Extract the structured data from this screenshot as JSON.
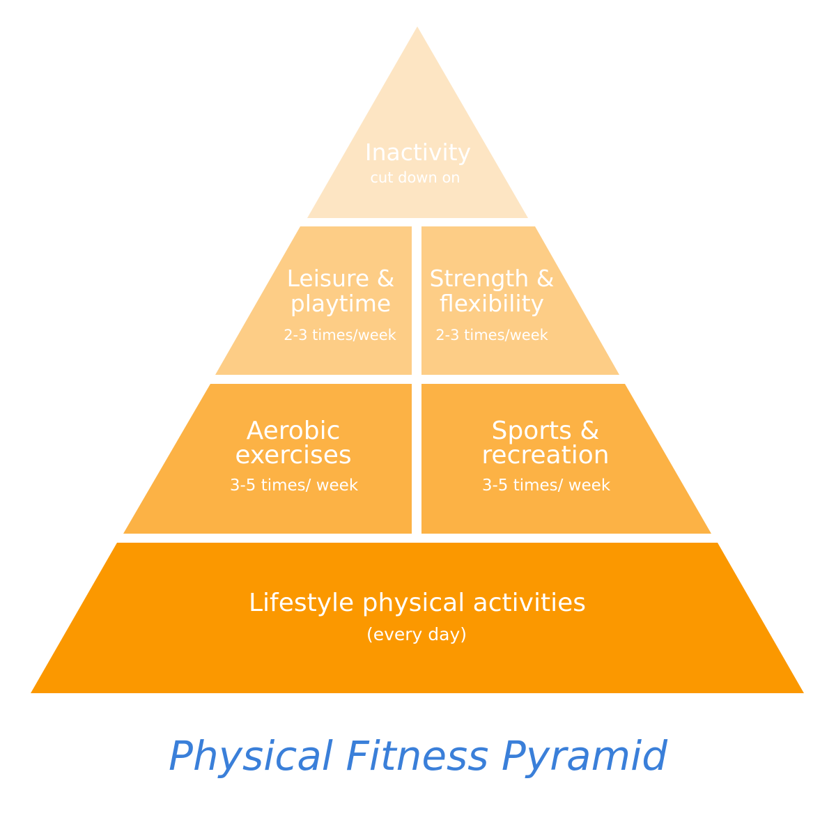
{
  "colors": {
    "tier_top": "#fde5c3",
    "tier_second": "#fdcd86",
    "tier_third": "#fcb245",
    "tier_base": "#fb9800",
    "caption": "#3a7fd9",
    "text": "#ffffff"
  },
  "tiers": {
    "top": {
      "title": "Inactivity",
      "frequency": "cut down on"
    },
    "second": {
      "left": {
        "title_line1": "Leisure &",
        "title_line2": "playtime",
        "frequency": "2-3 times/week"
      },
      "right": {
        "title_line1": "Strength &",
        "title_line2": "flexibility",
        "frequency": "2-3 times/week"
      }
    },
    "third": {
      "left": {
        "title_line1": "Aerobic",
        "title_line2": "exercises",
        "frequency": "3-5 times/ week"
      },
      "right": {
        "title_line1": "Sports &",
        "title_line2": "recreation",
        "frequency": "3-5 times/ week"
      }
    },
    "base": {
      "title": "Lifestyle physical activities",
      "frequency": "(every day)"
    }
  },
  "caption": "Physical Fitness Pyramid"
}
